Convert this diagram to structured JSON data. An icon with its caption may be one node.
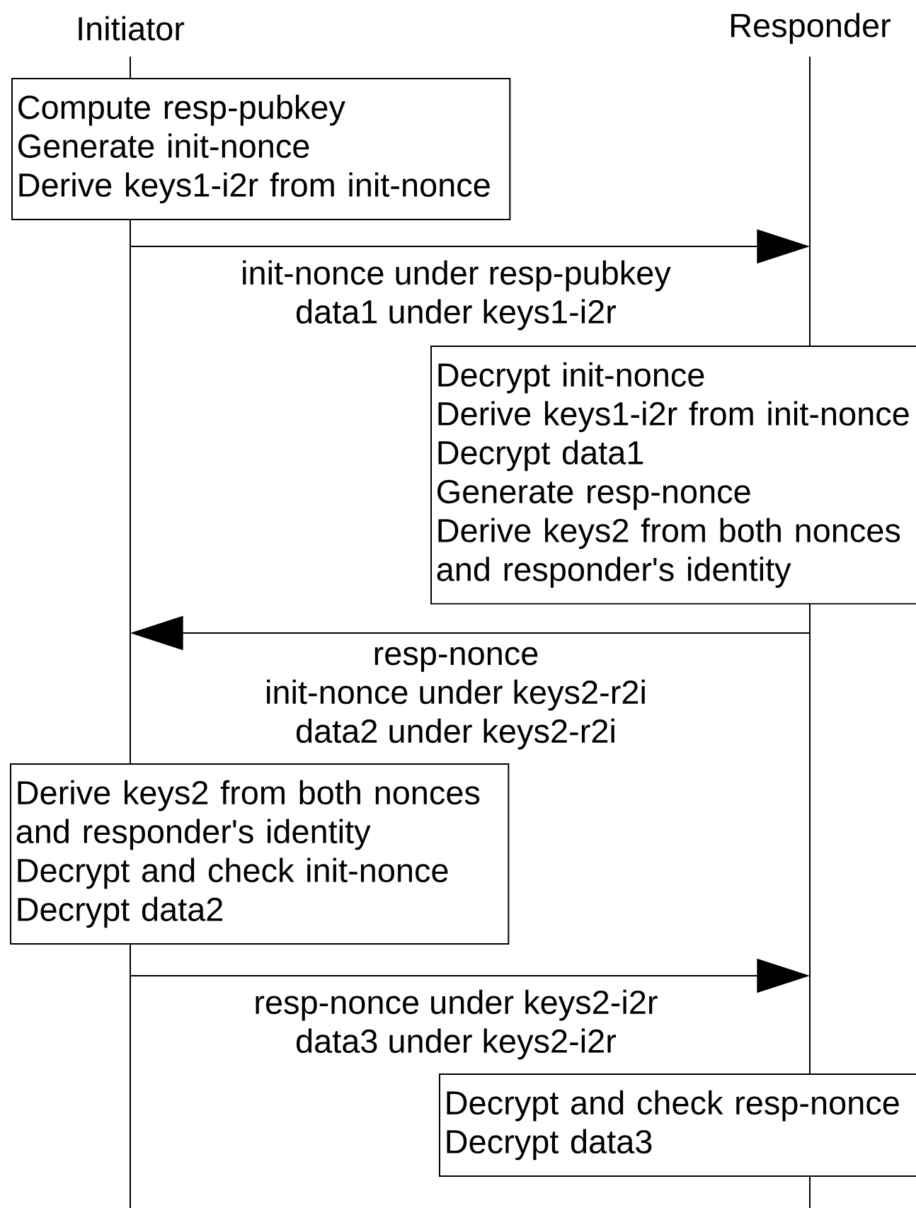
{
  "diagram": {
    "nodes": [
      {
        "text": [
          "Initiator"
        ]
      },
      {
        "text": [
          "Responder"
        ]
      },
      {
        "text": [
          "Compute resp-pubkey",
          "Generate init-nonce",
          "Derive keys1-i2r from init-nonce"
        ]
      },
      {
        "text": [
          "Decrypt init-nonce",
          "Derive keys1-i2r from init-nonce",
          "Decrypt data1",
          "Generate resp-nonce",
          "Derive keys2 from both nonces and responder's identity"
        ]
      },
      {
        "text": [
          "Derive keys2 from both nonces and responder's identity",
          "Decrypt and check init-nonce",
          "Decrypt data2"
        ]
      },
      {
        "text": [
          "Decrypt and check resp-nonce",
          "Decrypt data3"
        ]
      }
    ],
    "edges": [
      {
        "from": 0,
        "to": 1,
        "arrow": "to",
        "label": "init-nonce under resp-pubkey data1 under keys1-i2r"
      },
      {
        "from": 1,
        "to": 0,
        "arrow": "to",
        "label": "resp-nonce init-nonce under keys2-r2i data2 under keys2-r2i"
      },
      {
        "from": 0,
        "to": 1,
        "arrow": "to",
        "label": "resp-nonce under keys2-i2r data3 under keys2-i2r"
      }
    ]
  }
}
